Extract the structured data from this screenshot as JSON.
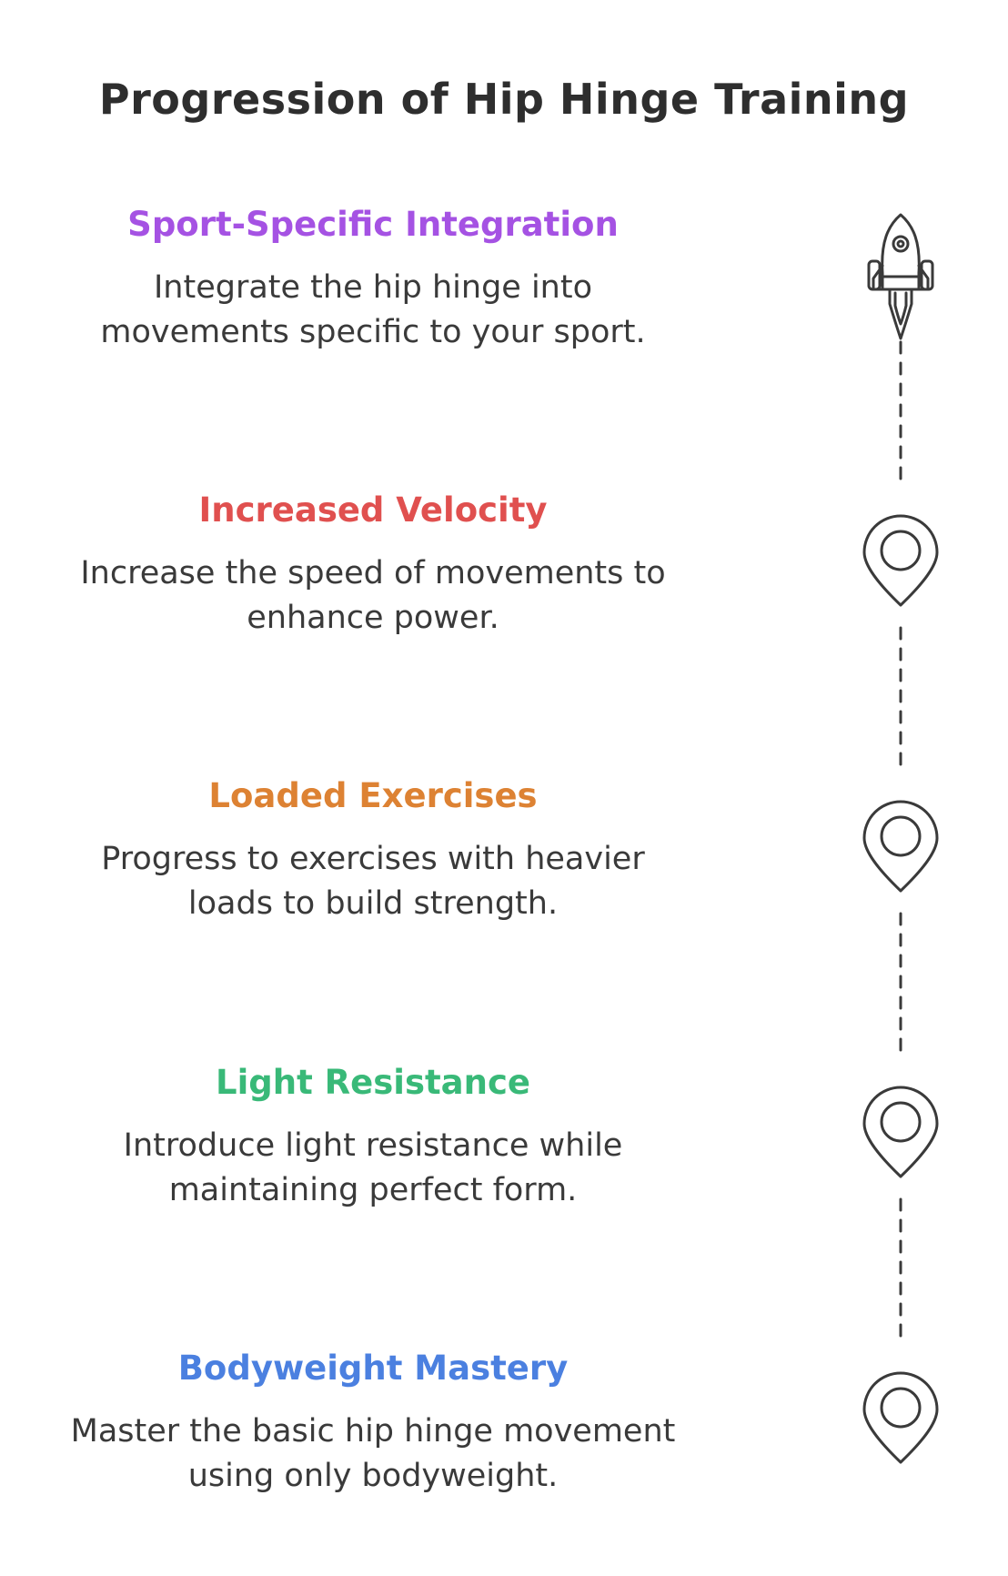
{
  "title": "Progression of Hip Hinge Training",
  "stages": [
    {
      "title": "Sport-Specific Integration",
      "description": "Integrate the hip hinge into movements specific to your sport.",
      "color": "#a552e3",
      "icon": "rocket-icon"
    },
    {
      "title": "Increased Velocity",
      "description": "Increase the speed of movements to enhance power.",
      "color": "#e0504f",
      "icon": "map-pin-icon"
    },
    {
      "title": "Loaded Exercises",
      "description": "Progress to exercises with heavier loads to build strength.",
      "color": "#dd8233",
      "icon": "map-pin-icon"
    },
    {
      "title": "Light Resistance",
      "description": "Introduce light resistance while maintaining perfect form.",
      "color": "#39b978",
      "icon": "map-pin-icon"
    },
    {
      "title": "Bodyweight Mastery",
      "description": "Master the basic hip hinge movement using only bodyweight.",
      "color": "#4b80e0",
      "icon": "map-pin-icon"
    }
  ],
  "line_color": "#3a3a3a"
}
